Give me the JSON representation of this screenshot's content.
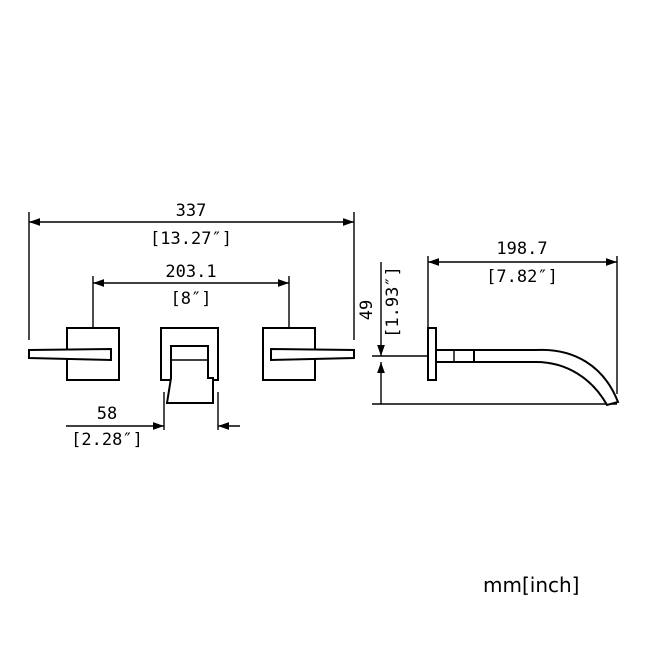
{
  "dimensions": {
    "overall_width": {
      "mm": "337",
      "inch": "[13.27″]"
    },
    "center_spacing": {
      "mm": "203.1",
      "inch": "[8″]"
    },
    "spout_width": {
      "mm": "58",
      "inch": "[2.28″]"
    },
    "spout_projection": {
      "mm": "198.7",
      "inch": "[7.82″]"
    },
    "spout_height": {
      "mm": "49",
      "inch": "[1.93″]"
    }
  },
  "units_note": "mm[inch]"
}
